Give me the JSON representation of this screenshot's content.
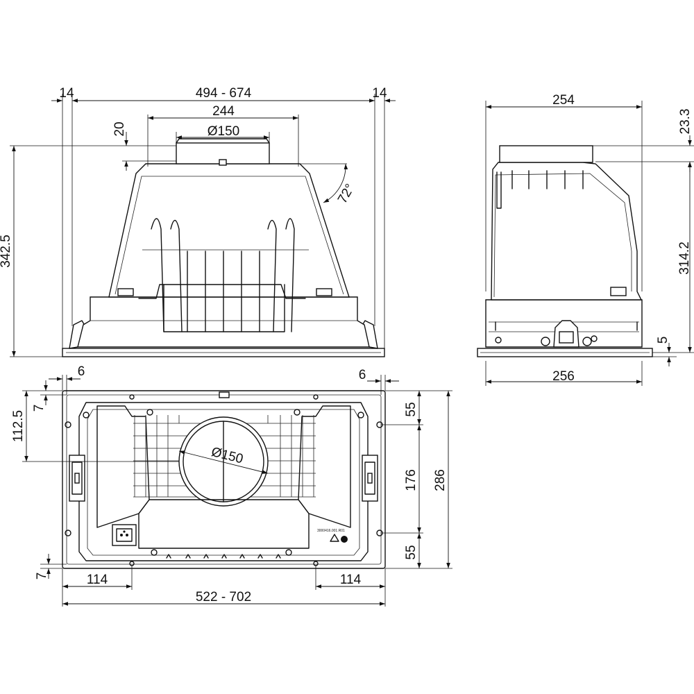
{
  "front_view": {
    "width_range": "494  -  674",
    "side_left": "14",
    "side_right": "14",
    "inner_width": "244",
    "duct_diameter": "Ø150",
    "height": "342.5",
    "collar_height": "20",
    "angle": "72°"
  },
  "side_view": {
    "depth_top": "254",
    "collar_height": "23.3",
    "body_height": "314.2",
    "flange_height": "5",
    "depth_bottom": "256"
  },
  "bottom_view": {
    "offset_left_h": "6",
    "offset_right_h": "6",
    "offset_top_v": "7",
    "offset_bottom_v": "7",
    "duct_center_offset": "112.5",
    "duct_diameter": "Ø150",
    "top_margin": "55",
    "middle_span": "176",
    "bottom_margin": "55",
    "total_depth": "286",
    "foot_left": "114",
    "foot_right": "114",
    "width_range": "522  -  702",
    "label_code": "3000416.001.R01"
  }
}
